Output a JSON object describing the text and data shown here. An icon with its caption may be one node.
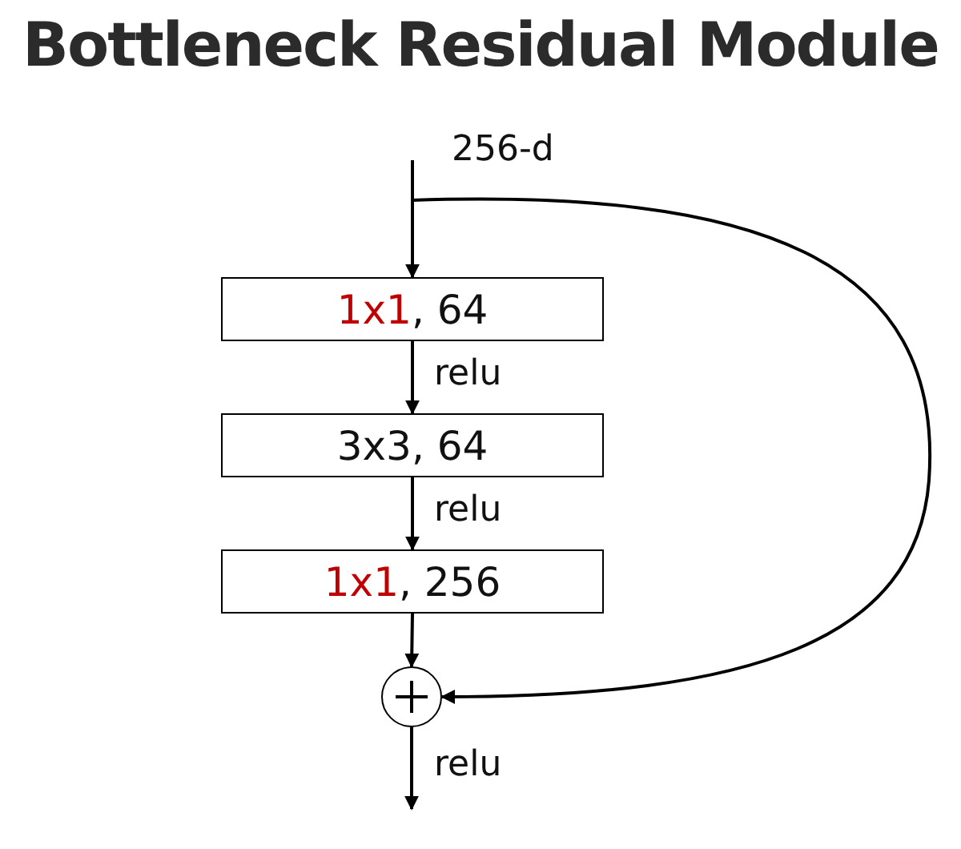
{
  "diagram": {
    "title": "Bottleneck Residual Module",
    "nodes": [
      {
        "text": [
          "1x1, 64"
        ]
      },
      {
        "text": [
          "3x3, 64"
        ]
      },
      {
        "text": [
          "1x1, 256"
        ]
      },
      {
        "text": [],
        "shape": "circle"
      }
    ],
    "edges": [
      {
        "from": null,
        "to": 0,
        "arrow": "to"
      },
      {
        "from": 0,
        "to": 1,
        "arrow": "to",
        "label": "relu"
      },
      {
        "from": 1,
        "to": 2,
        "arrow": "to",
        "label": "relu"
      },
      {
        "from": 2,
        "to": 3,
        "arrow": "to"
      },
      {
        "from": null,
        "to": 3,
        "arrow": "to"
      },
      {
        "from": 3,
        "to": null,
        "arrow": "to",
        "label": "relu"
      }
    ],
    "labels": [
      "256-d"
    ]
  }
}
